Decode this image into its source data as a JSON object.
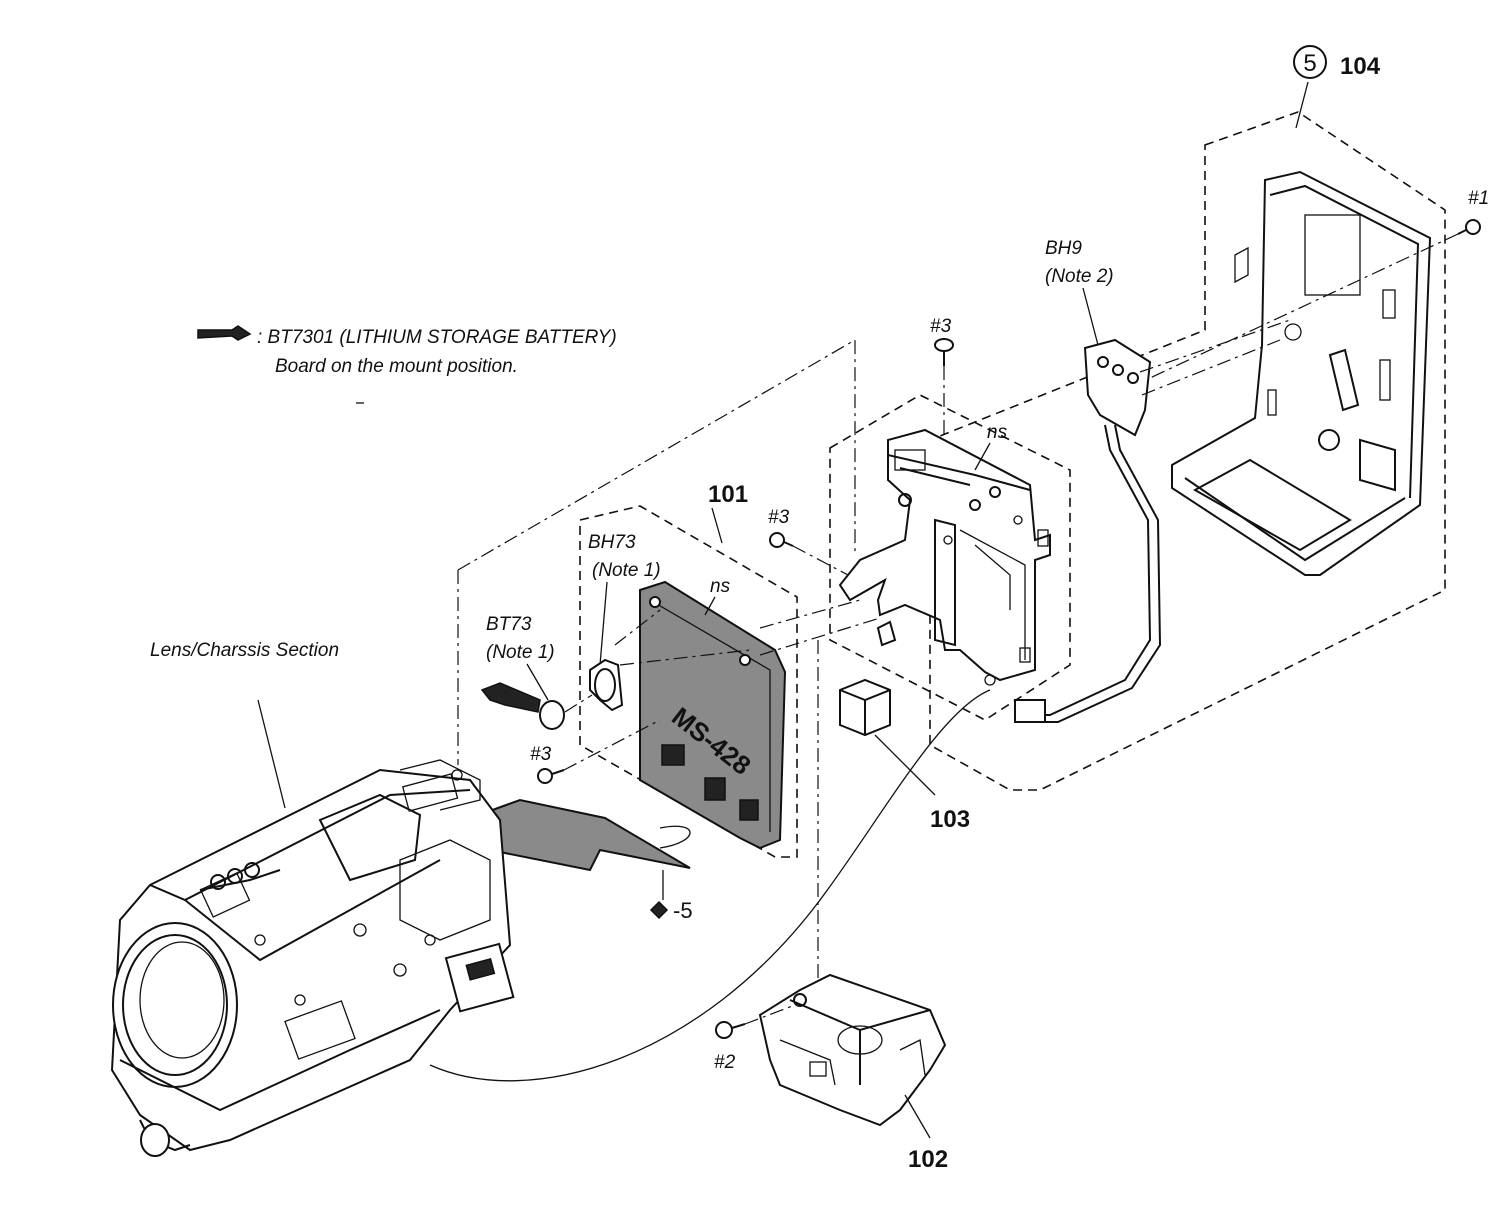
{
  "legend": {
    "battery_text": ": BT7301 (LITHIUM STORAGE BATTERY)",
    "board_text": "Board on the mount position."
  },
  "labels": {
    "lens_section": "Lens/Charssis Section",
    "part_101": "101",
    "part_102": "102",
    "part_103": "103",
    "part_104": "104",
    "circle_ref": "5",
    "ref_minus5": "-5",
    "bh73": "BH73",
    "note1_a": "(Note 1)",
    "bt73": "BT73",
    "note1_b": "(Note 1)",
    "bh9": "BH9",
    "note2": "(Note 2)",
    "ns_board": "ns",
    "ns_frame": "ns",
    "screw_1": "#1",
    "screw_2": "#2",
    "screw_3_top": "#3",
    "screw_3_mid": "#3",
    "screw_3_low": "#3",
    "board_marking": "MS-428"
  }
}
